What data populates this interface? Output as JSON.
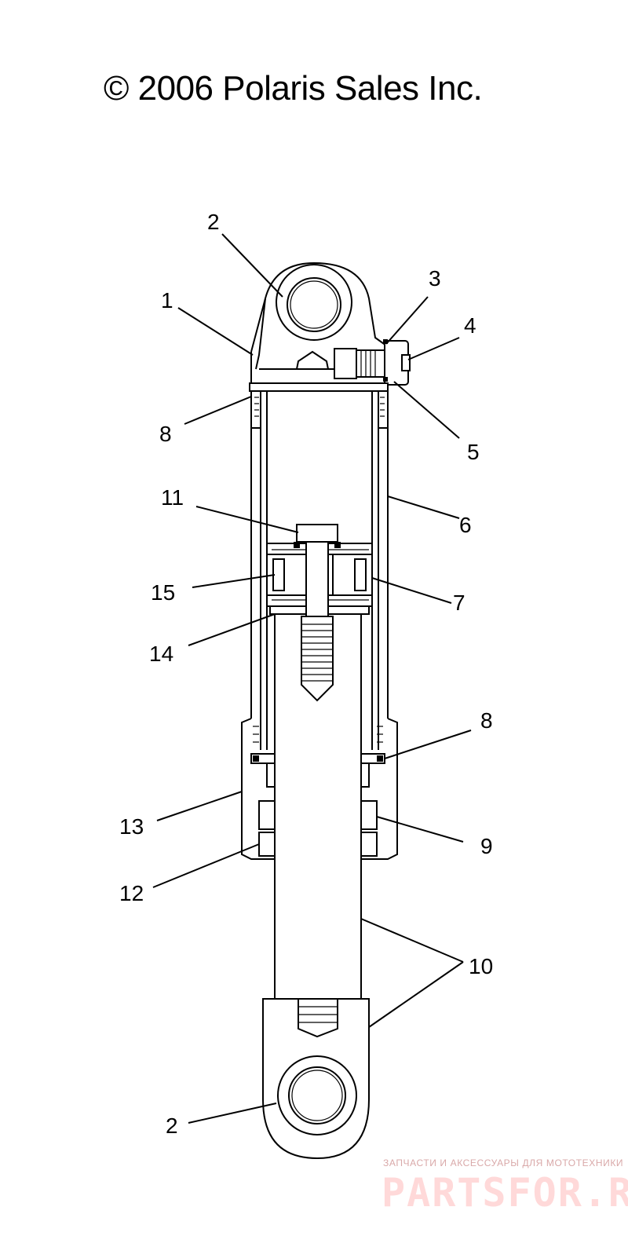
{
  "header": {
    "copyright": "© 2006 Polaris Sales Inc."
  },
  "callouts": [
    {
      "id": "c2-top",
      "label": "2"
    },
    {
      "id": "c1",
      "label": "1"
    },
    {
      "id": "c3",
      "label": "3"
    },
    {
      "id": "c4",
      "label": "4"
    },
    {
      "id": "c8-top",
      "label": "8"
    },
    {
      "id": "c5",
      "label": "5"
    },
    {
      "id": "c11",
      "label": "11"
    },
    {
      "id": "c6",
      "label": "6"
    },
    {
      "id": "c15",
      "label": "15"
    },
    {
      "id": "c7",
      "label": "7"
    },
    {
      "id": "c14",
      "label": "14"
    },
    {
      "id": "c8-bottom",
      "label": "8"
    },
    {
      "id": "c13",
      "label": "13"
    },
    {
      "id": "c9",
      "label": "9"
    },
    {
      "id": "c12",
      "label": "12"
    },
    {
      "id": "c10",
      "label": "10"
    },
    {
      "id": "c2-bottom",
      "label": "2"
    }
  ],
  "watermark": {
    "tagline": "ЗАПЧАСТИ И АКСЕССУАРЫ ДЛЯ МОТОТЕХНИКИ",
    "logo": "PARTSFOR.RU"
  }
}
